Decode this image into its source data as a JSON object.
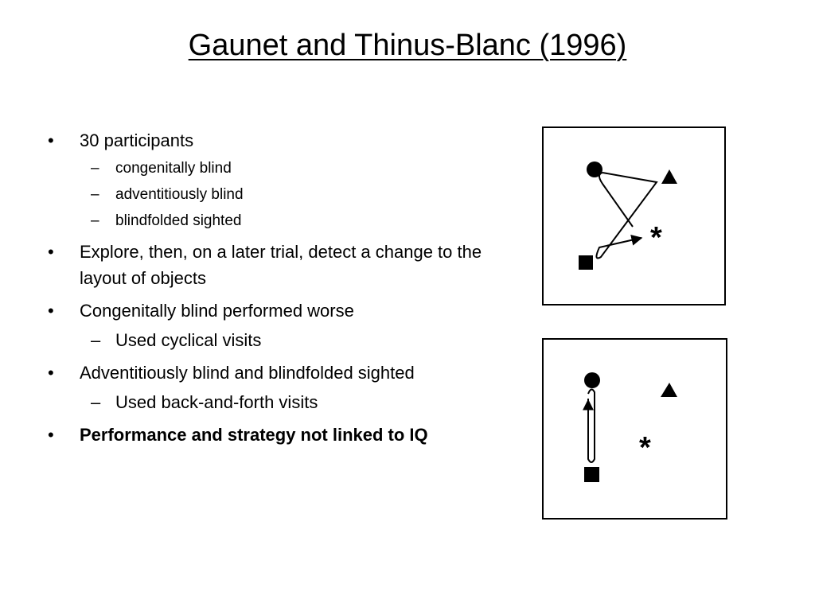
{
  "slide": {
    "title": "Gaunet and Thinus-Blanc (1996)",
    "bullet_symbol": "•",
    "sub_bullet_symbol": "–",
    "bullets": [
      {
        "text": "30 participants",
        "sub": [
          "congenitally blind",
          "adventitiously blind",
          "blindfolded sighted"
        ]
      },
      {
        "text": "Explore, then, on a later trial, detect a change to the layout of objects",
        "sub": []
      },
      {
        "text": "Congenitally blind performed worse",
        "sub": [
          "Used cyclical visits"
        ]
      },
      {
        "text": "Adventitiously blind and blindfolded sighted",
        "sub": [
          "Used back-and-forth visits"
        ]
      },
      {
        "text": "Performance and strategy not linked to IQ",
        "sub": [],
        "bold": true
      }
    ]
  },
  "figures": {
    "line_color": "#000000",
    "asterisk_glyph": "*",
    "top_panel": {
      "strategy": "cyclical visits",
      "objects": [
        "circle",
        "triangle",
        "asterisk",
        "square"
      ]
    },
    "bottom_panel": {
      "strategy": "back-and-forth visits",
      "objects": [
        "circle",
        "triangle",
        "asterisk",
        "square"
      ]
    }
  }
}
